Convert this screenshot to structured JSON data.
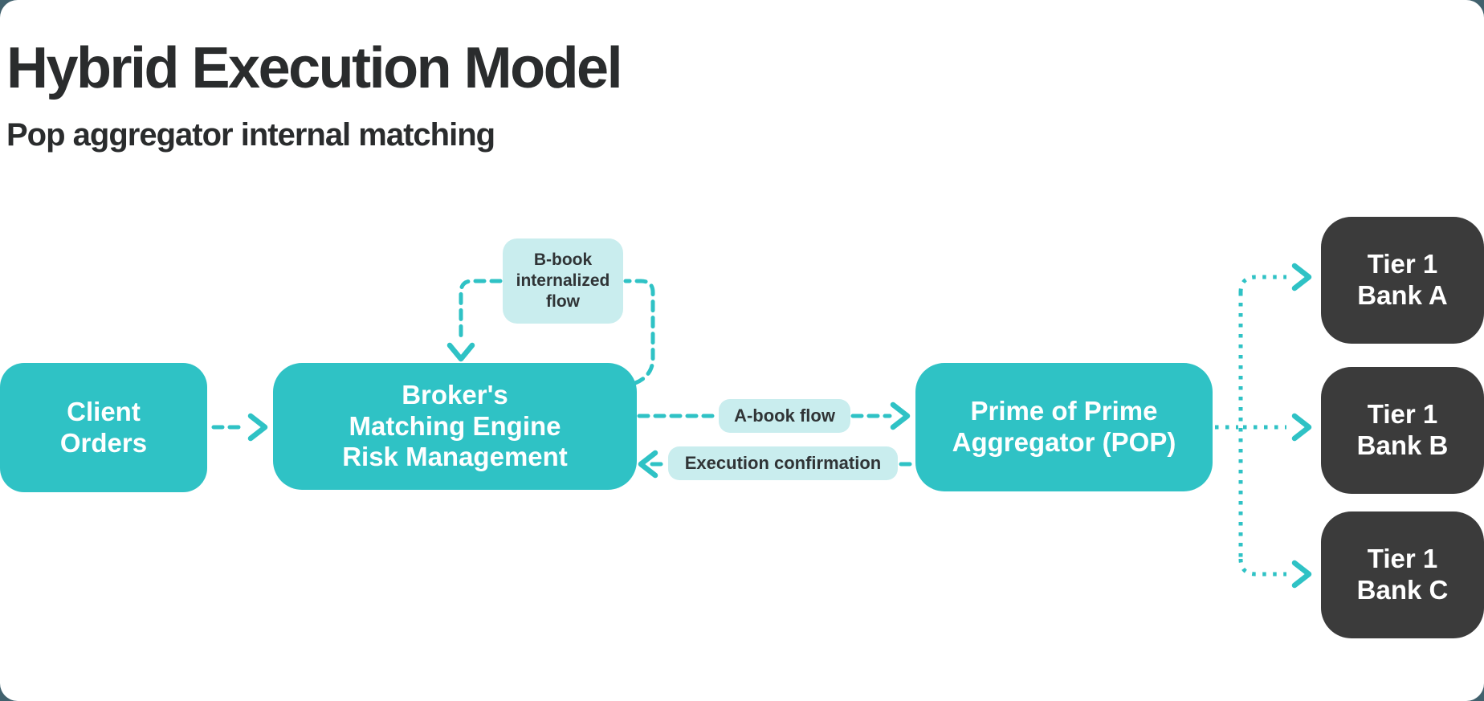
{
  "page": {
    "title": "Hybrid Execution Model",
    "subtitle": "Pop aggregator internal matching"
  },
  "colors": {
    "accent_teal": "#2fc2c5",
    "badge_teal_light": "#c9edee",
    "node_dark": "#3b3b3b",
    "text_dark": "#2a2c2d",
    "badge_text": "#303436",
    "frame_background": "#41616d",
    "card_background": "#ffffff",
    "node_text": "#ffffff"
  },
  "diagram": {
    "nodes": {
      "client": {
        "lines": [
          "Client",
          "Orders"
        ]
      },
      "broker": {
        "lines": [
          "Broker's",
          "Matching Engine",
          "Risk Management"
        ]
      },
      "pop": {
        "lines": [
          "Prime of Prime",
          "Aggregator (POP)"
        ]
      },
      "bank_a": {
        "lines": [
          "Tier 1",
          "Bank A"
        ]
      },
      "bank_b": {
        "lines": [
          "Tier 1",
          "Bank B"
        ]
      },
      "bank_c": {
        "lines": [
          "Tier 1",
          "Bank C"
        ]
      }
    },
    "labels": {
      "b_book": {
        "lines": [
          "B-book",
          "internalized",
          "flow"
        ]
      },
      "a_book": {
        "text": "A-book flow"
      },
      "execution": {
        "text": "Execution confirmation"
      }
    },
    "edges": [
      {
        "from": "client",
        "to": "broker",
        "style": "dashed-arrow"
      },
      {
        "from": "broker",
        "to": "broker",
        "via": "b_book",
        "style": "dashed-loop-arrow"
      },
      {
        "from": "broker",
        "to": "pop",
        "via": "a_book",
        "style": "dashed-arrow"
      },
      {
        "from": "pop",
        "to": "broker",
        "via": "execution",
        "style": "dashed-arrow"
      },
      {
        "from": "pop",
        "to": "bank_a",
        "style": "dotted-arrow"
      },
      {
        "from": "pop",
        "to": "bank_b",
        "style": "dotted-arrow"
      },
      {
        "from": "pop",
        "to": "bank_c",
        "style": "dotted-arrow"
      }
    ]
  }
}
